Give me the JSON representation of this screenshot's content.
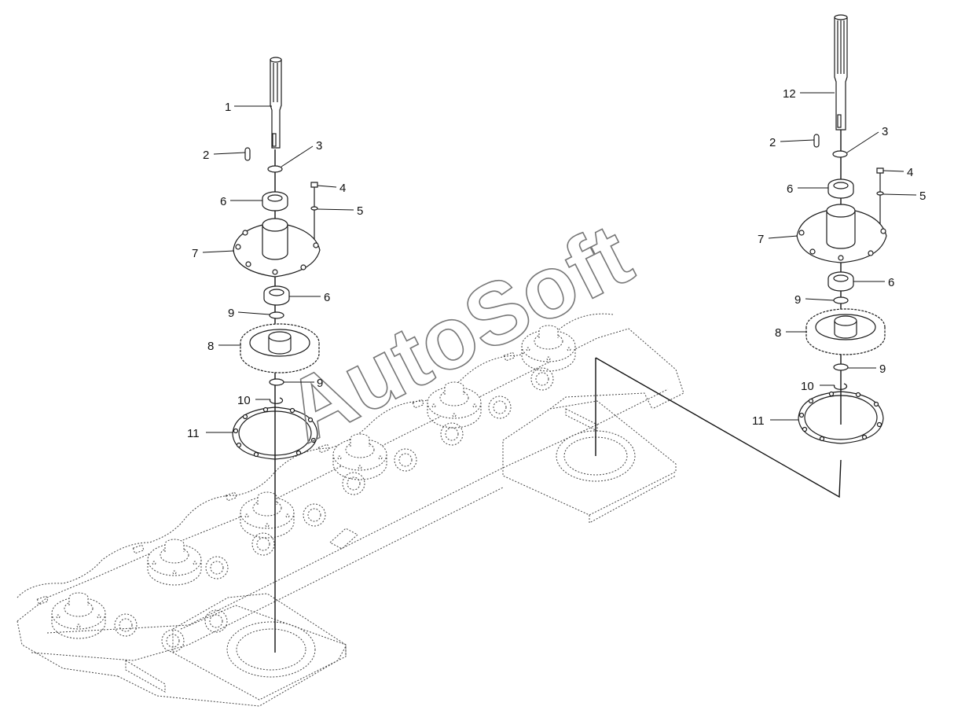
{
  "watermark": "AutoSoft",
  "assemblies": {
    "left": {
      "callouts": [
        {
          "id": "c-1",
          "text": "1"
        },
        {
          "id": "c-2",
          "text": "2"
        },
        {
          "id": "c-3",
          "text": "3"
        },
        {
          "id": "c-4",
          "text": "4"
        },
        {
          "id": "c-5",
          "text": "5"
        },
        {
          "id": "c-6a",
          "text": "6"
        },
        {
          "id": "c-7",
          "text": "7"
        },
        {
          "id": "c-6b",
          "text": "6"
        },
        {
          "id": "c-9a",
          "text": "9"
        },
        {
          "id": "c-8",
          "text": "8"
        },
        {
          "id": "c-9b",
          "text": "9"
        },
        {
          "id": "c-10",
          "text": "10"
        },
        {
          "id": "c-11",
          "text": "11"
        }
      ]
    },
    "right": {
      "callouts": [
        {
          "id": "r-12",
          "text": "12"
        },
        {
          "id": "r-2",
          "text": "2"
        },
        {
          "id": "r-3",
          "text": "3"
        },
        {
          "id": "r-4",
          "text": "4"
        },
        {
          "id": "r-5",
          "text": "5"
        },
        {
          "id": "r-6a",
          "text": "6"
        },
        {
          "id": "r-7",
          "text": "7"
        },
        {
          "id": "r-6b",
          "text": "6"
        },
        {
          "id": "r-9a",
          "text": "9"
        },
        {
          "id": "r-8",
          "text": "8"
        },
        {
          "id": "r-9b",
          "text": "9"
        },
        {
          "id": "r-10",
          "text": "10"
        },
        {
          "id": "r-11",
          "text": "11"
        }
      ]
    }
  }
}
